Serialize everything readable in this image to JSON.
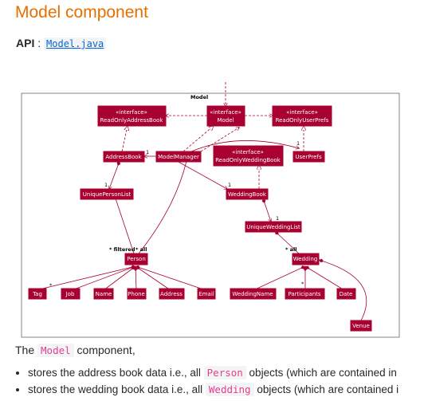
{
  "heading": "Model component",
  "api": {
    "label": "API",
    "sep": " : ",
    "link": "Model.java"
  },
  "diagram": {
    "frame_title": "Model",
    "nodes": {
      "ro_addr_stereo": "«interface»",
      "ro_addr": "ReadOnlyAddressBook",
      "model_stereo": "«interface»",
      "model": "Model",
      "ro_user_stereo": "«interface»",
      "ro_user": "ReadOnlyUserPrefs",
      "address_book": "AddressBook",
      "model_manager": "ModelManager",
      "ro_wed_stereo": "«interface»",
      "ro_wed": "ReadOnlyWeddingBook",
      "user_prefs": "UserPrefs",
      "unique_person_list": "UniquePersonList",
      "wedding_book": "WeddingBook",
      "unique_wedding_list": "UniqueWeddingList",
      "person": "Person",
      "wedding": "Wedding",
      "tag": "Tag",
      "job": "Job",
      "name": "Name",
      "phone": "Phone",
      "address": "Address",
      "email": "Email",
      "wedding_name": "WeddingName",
      "participants": "Participants",
      "date": "Date",
      "venue": "Venue"
    },
    "labels": {
      "mult_1a": "1",
      "mult_1b": "1",
      "mult_1c": "1",
      "mult_1d": "1",
      "mult_1e": "1",
      "person_mult": "* filtered",
      "person_all": "* all",
      "wedding_all": "* all",
      "tag_star": "*",
      "part_star": "*"
    }
  },
  "para": {
    "prefix": "The ",
    "code": "Model",
    "suffix": " component,"
  },
  "bullets": [
    {
      "a": "stores the address book data i.e., all ",
      "code": "Person",
      "b": " objects (which are contained in"
    },
    {
      "a": "stores the wedding book data i.e., all ",
      "code": "Wedding",
      "b": " objects (which are contained i"
    }
  ]
}
